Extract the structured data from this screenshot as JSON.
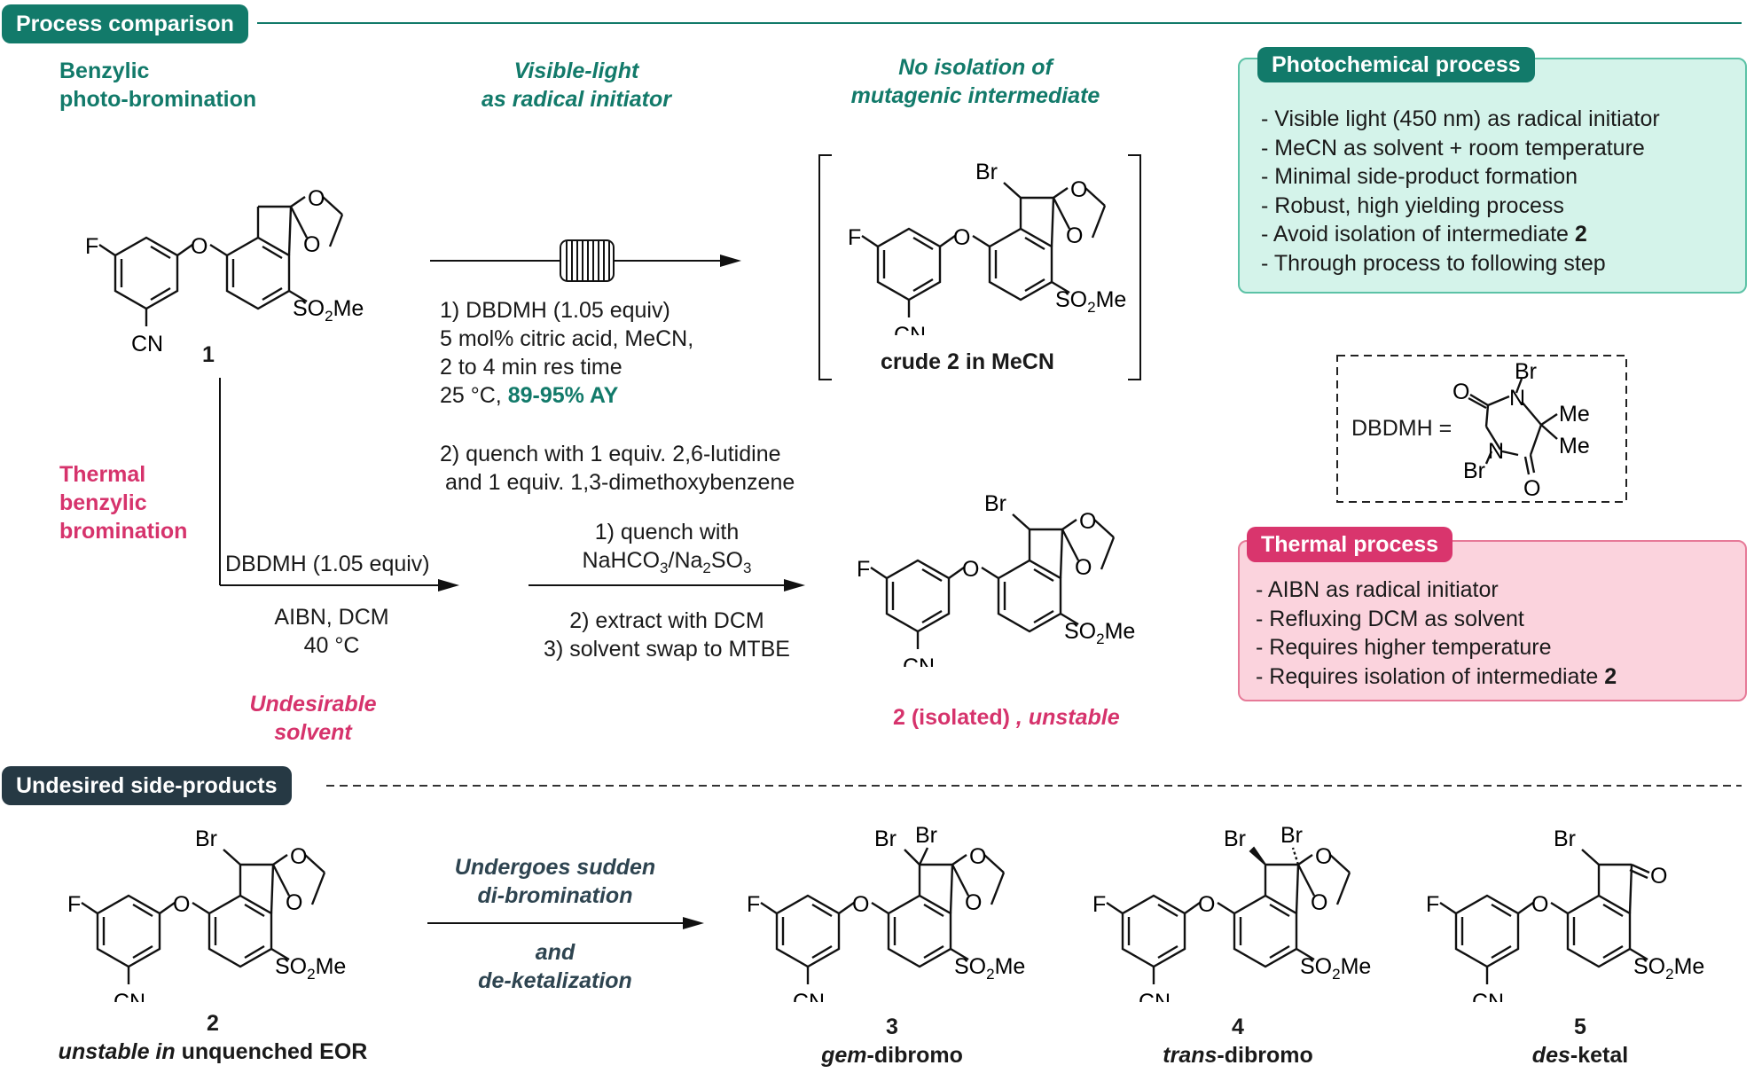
{
  "headers": {
    "process_comparison": "Process comparison",
    "undesired_side_products": "Undesired side-products"
  },
  "labels": {
    "benzylic_1": "Benzylic",
    "benzylic_2": "photo-bromination",
    "visible_1": "Visible-light",
    "visible_2": "as radical initiator",
    "noiso_1": "No isolation of",
    "noiso_2": "mutagenic intermediate",
    "thermal_1": "Thermal",
    "thermal_2": "benzylic",
    "thermal_3": "bromination",
    "undesirable_1": "Undesirable",
    "undesirable_2": "solvent"
  },
  "conditions": {
    "flow_1": "1) DBDMH (1.05 equiv)",
    "flow_2": "5 mol% citric acid, MeCN,",
    "flow_3": "2 to 4 min res time",
    "flow_4_prefix": "25 °C, ",
    "flow_4_ay": "89-95% AY",
    "quench_1": "2) quench with 1 equiv. 2,6-lutidine",
    "quench_2": "and 1 equiv. 1,3-dimethoxybenzene",
    "thermal_top": "DBDMH (1.05 equiv)",
    "thermal_bot_1": "AIBN, DCM",
    "thermal_bot_2": "40 °C",
    "workup_1": "1) quench with",
    "workup_2_a": "NaHCO",
    "workup_2_b": "3",
    "workup_2_c": "/Na",
    "workup_2_d": "2",
    "workup_2_e": "SO",
    "workup_2_f": "3",
    "workup_3": "2) extract with DCM",
    "workup_4": "3) solvent swap to MTBE",
    "side_1": "Undergoes sudden",
    "side_2": "di-bromination",
    "side_3": "and",
    "side_4": "de-ketalization"
  },
  "photochemical": {
    "title": "Photochemical process",
    "items": [
      "- Visible light (450 nm) as radical initiator",
      "- MeCN as solvent + room temperature",
      "- Minimal side-product formation",
      "- Robust, high yielding process",
      "- Avoid isolation of intermediate ",
      "- Through process to following step"
    ],
    "item5_bold": "2"
  },
  "thermal": {
    "title": "Thermal process",
    "items": [
      "- AIBN as radical initiator",
      "- Refluxing DCM as solvent",
      "- Requires  higher temperature",
      "- Requires  isolation of intermediate "
    ],
    "item4_bold": "2"
  },
  "dbdmh": {
    "label": "DBDMH =",
    "br": "Br",
    "o": "O",
    "n": "N",
    "me": "Me"
  },
  "atoms": {
    "f": "F",
    "o": "O",
    "cn": "CN",
    "br": "Br",
    "so2me_a": "SO",
    "so2me_b": "2",
    "so2me_c": "Me"
  },
  "compounds": {
    "c1_num": "1",
    "c2_crude": "crude 2 in MeCN",
    "c2_isolated": "2 (isolated)",
    "c2_unstable": " , unstable",
    "c2_num": "2",
    "c2_unstable_in": "unstable  in",
    "c2_eor": " unquenched  EOR",
    "c3_num": "3",
    "c3_gem": "gem",
    "c3_rest": "-dibromo",
    "c4_num": "4",
    "c4_trans": "trans",
    "c4_rest": "-dibromo",
    "c5_num": "5",
    "c5_des": "des",
    "c5_rest": "-ketal"
  },
  "colors": {
    "teal": "#127a6a",
    "slate": "#263944",
    "pink": "#d9356d",
    "teal_box": "#d4f3ea",
    "pink_box": "#fbd3dd"
  }
}
